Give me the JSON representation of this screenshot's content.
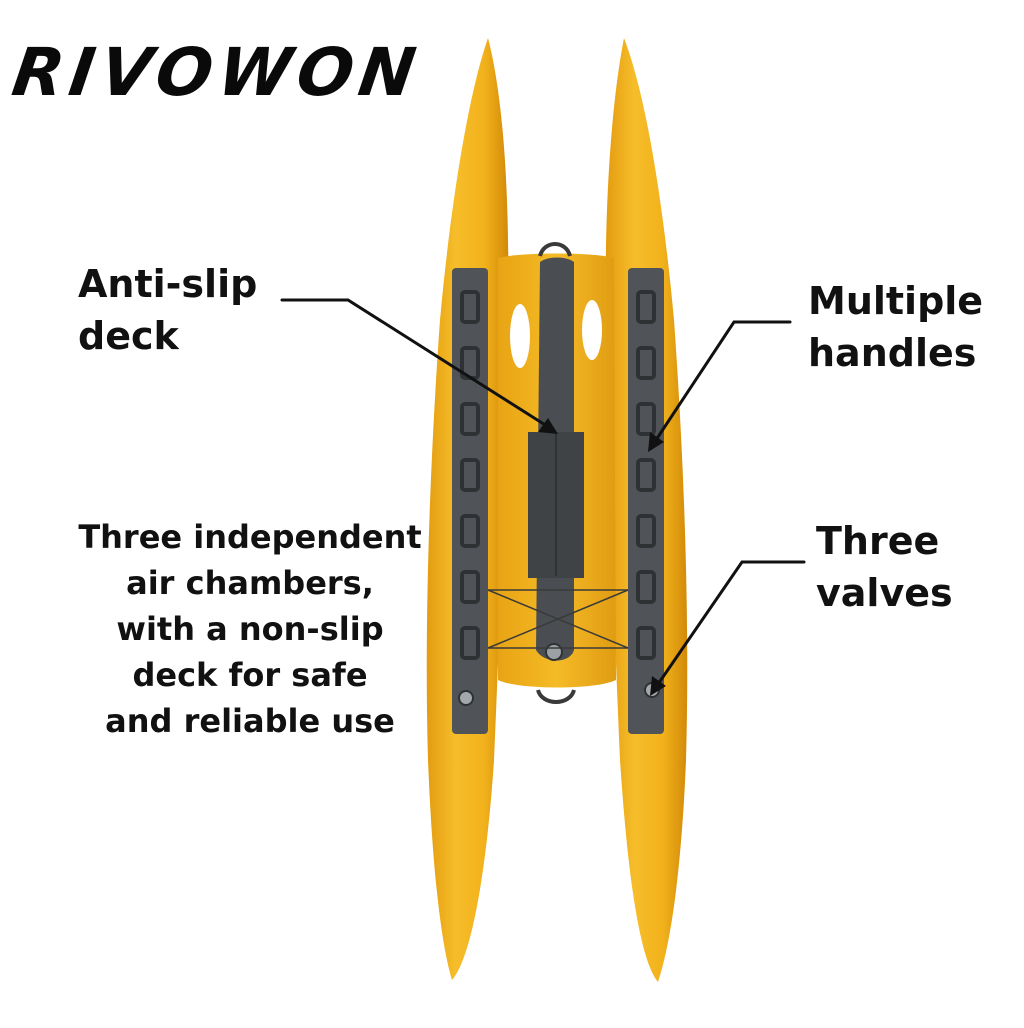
{
  "brand": {
    "name": "RIVOWON"
  },
  "callouts": {
    "anti_slip": "Anti-slip\ndeck",
    "handles": "Multiple\nhandles",
    "valves": "Three\nvalves",
    "chambers": "Three independent\nair chambers,\nwith a non-slip\ndeck for safe\nand reliable use"
  },
  "colors": {
    "hull": "#f2b21c",
    "hull_dark": "#d9930a",
    "pad": "#4a4e52",
    "pad_dark": "#2f3235",
    "text": "#111111"
  }
}
